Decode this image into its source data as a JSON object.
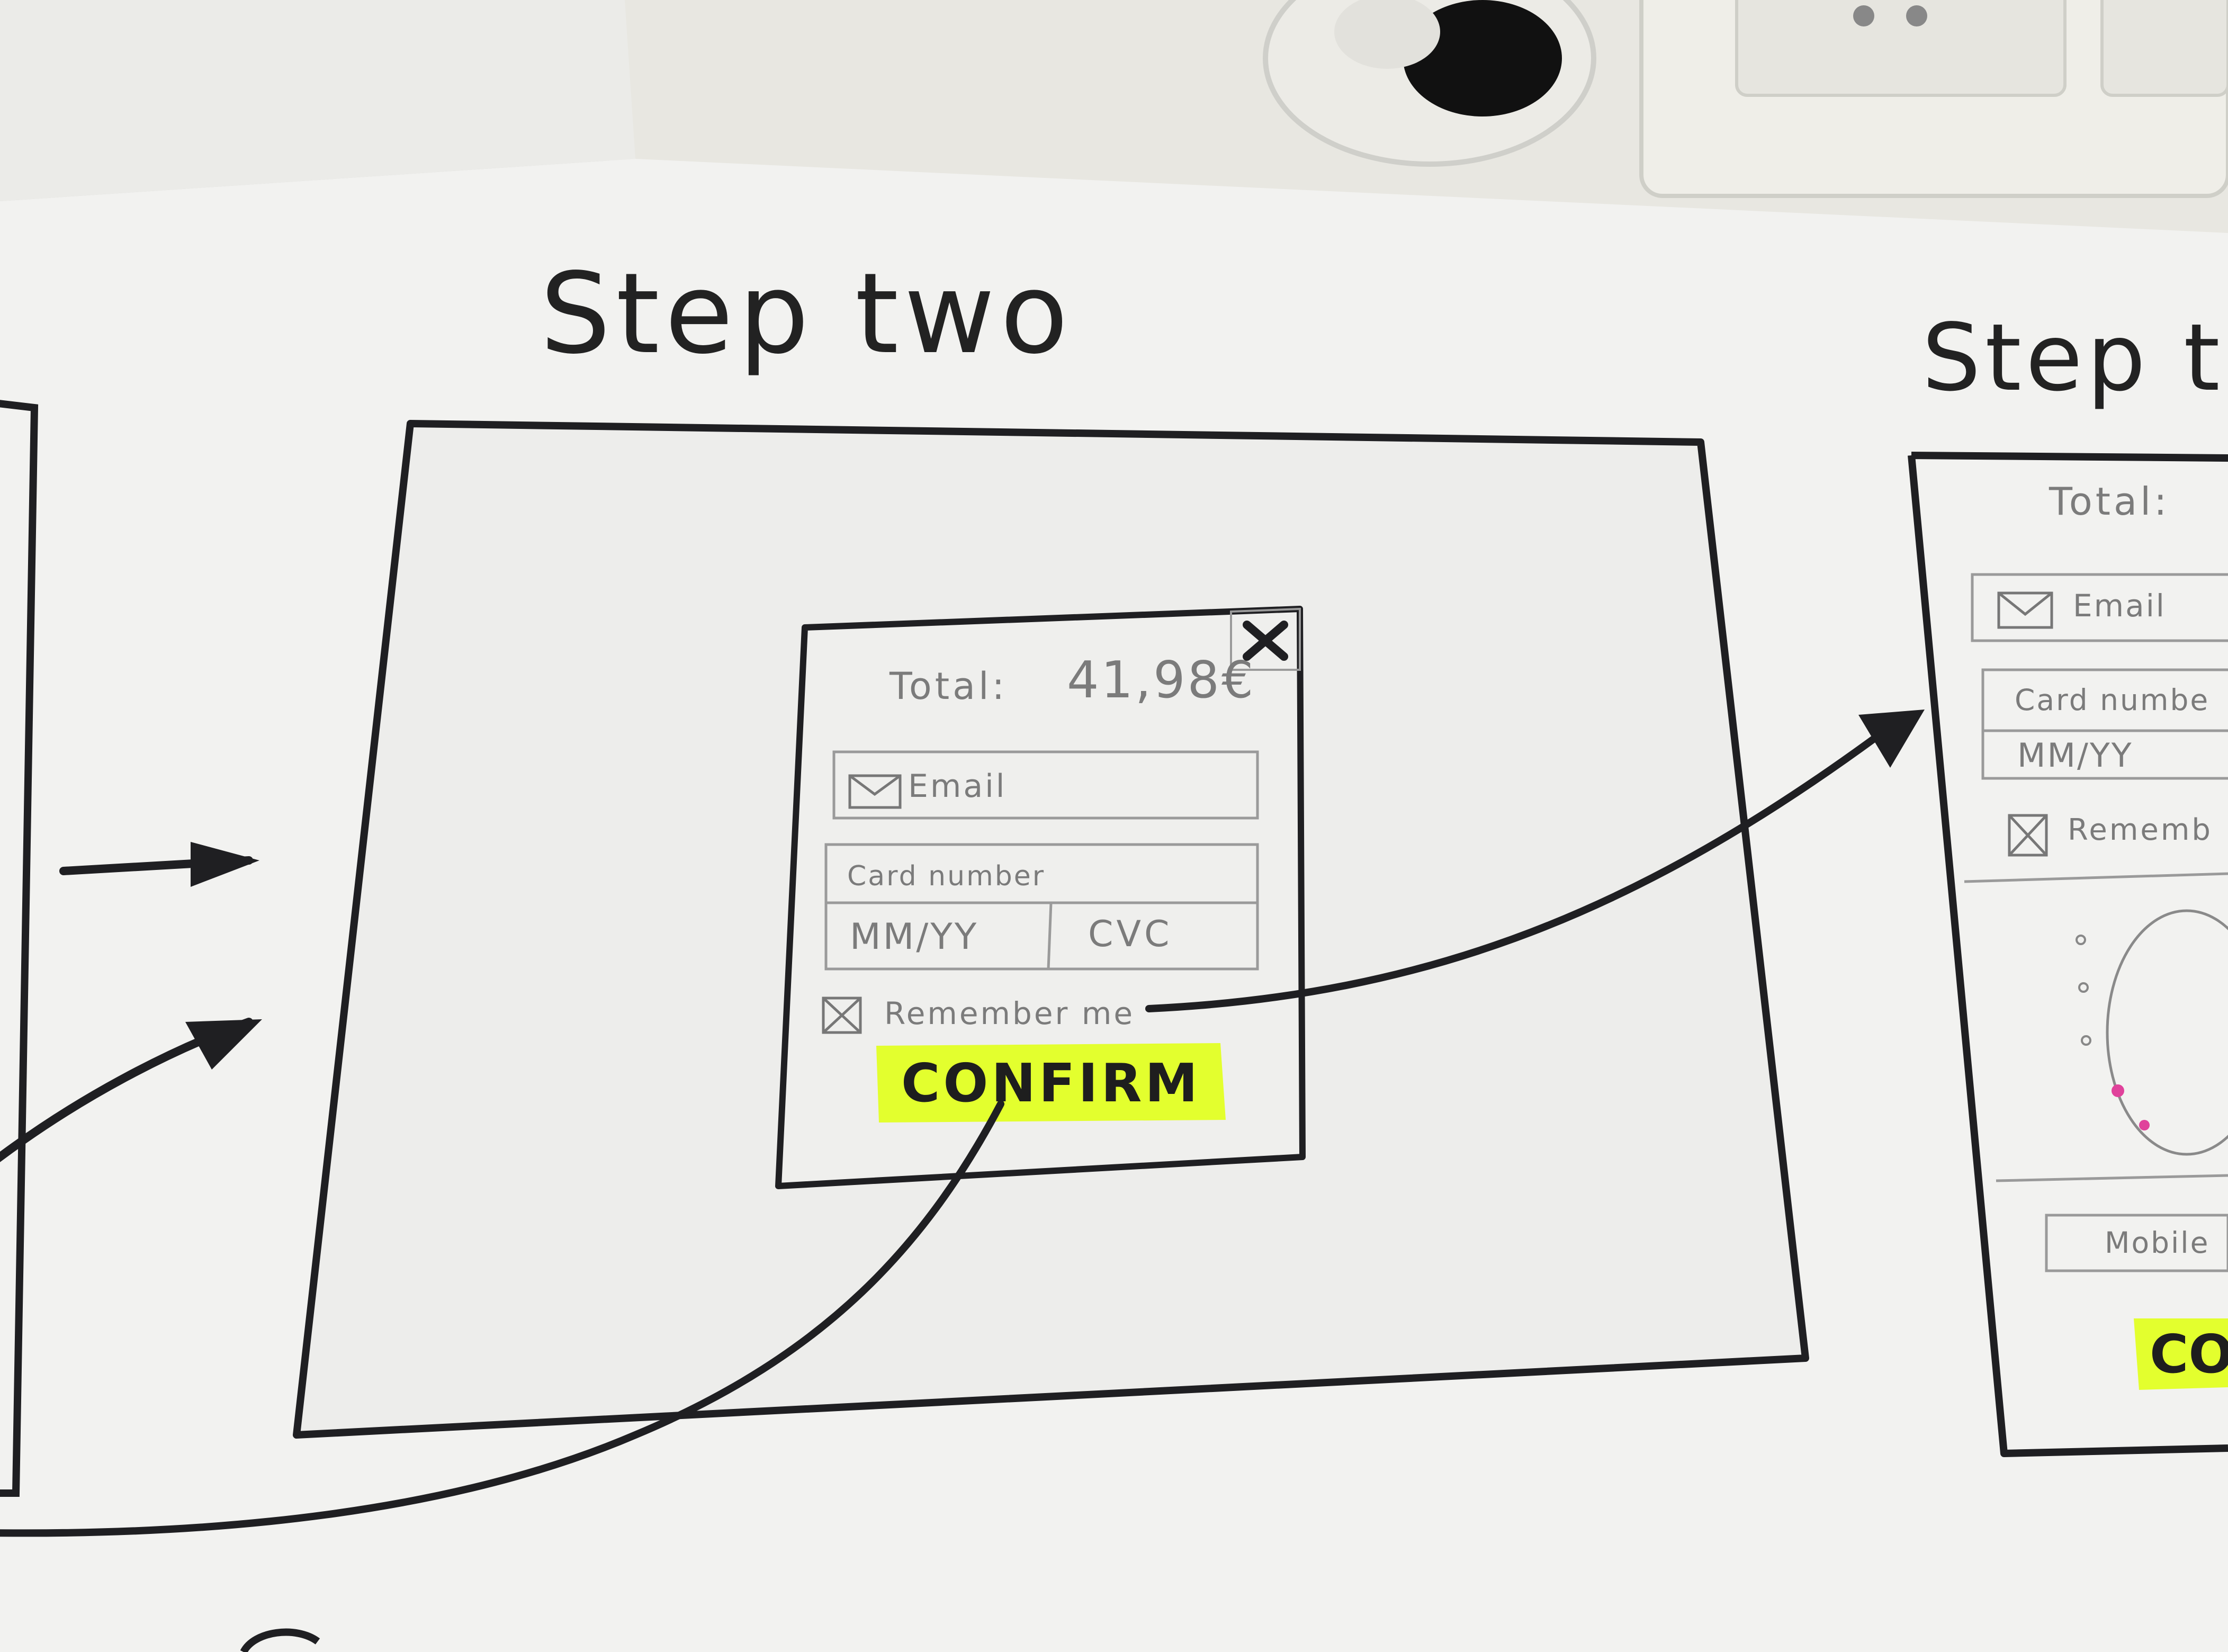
{
  "step_two": {
    "title": "Step two",
    "modal": {
      "total_label": "Total:",
      "total_value": "41,98€",
      "close_symbol": "✕",
      "email_placeholder": "Email",
      "card_number_placeholder": "Card number",
      "expiry_placeholder": "MM/YY",
      "cvc_placeholder": "CVC",
      "remember_label": "Remember me",
      "remember_checked": true,
      "confirm_label": "CONFIRM"
    }
  },
  "step_three_partial": {
    "title": "Step t",
    "total_label": "Total:",
    "email_placeholder": "Email",
    "card_number_placeholder": "Card numbe",
    "expiry_placeholder": "MM/YY",
    "remember_label": "Rememb",
    "mobile_placeholder": "Mobile",
    "confirm_label": "CO"
  },
  "colors": {
    "paper": "#f2f2f0",
    "ink": "#222222",
    "pencil": "#7b7b7b",
    "highlighter": "#e3ff2e",
    "wall": "#e6e5df"
  }
}
